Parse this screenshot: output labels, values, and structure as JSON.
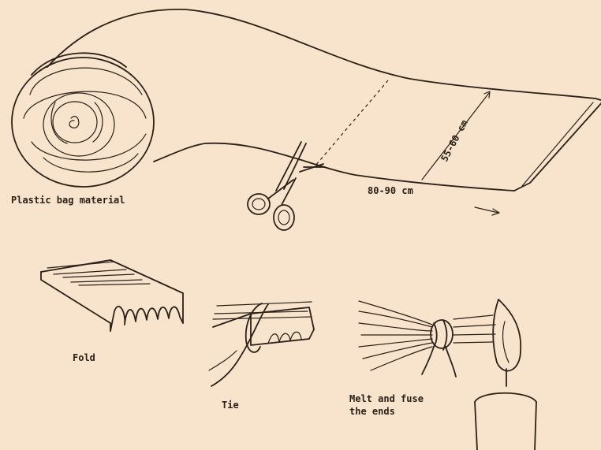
{
  "labels": {
    "roll": "Plastic bag material",
    "width": "55-60 cm",
    "length": "80-90 cm",
    "fold": "Fold",
    "tie": "Tie",
    "melt_line1": "Melt and fuse",
    "melt_line2": "the ends"
  },
  "colors": {
    "background": "#f8e3cc",
    "ink": "#2a2118"
  },
  "icons": [
    "plastic-roll-icon",
    "scissors-icon",
    "folded-strip-icon",
    "tie-icon",
    "fused-bundle-icon",
    "candle-icon"
  ]
}
